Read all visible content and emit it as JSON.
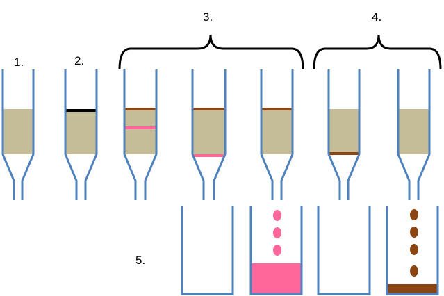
{
  "labels": {
    "step1": "1.",
    "step2": "2.",
    "step3": "3.",
    "step4": "4.",
    "step5": "5."
  },
  "colors": {
    "column_wall": "#4f81bd",
    "matrix": "#c4bd97",
    "sample_band": "#000000",
    "brown_band": "#8b4513",
    "pink_band": "#ff6699"
  }
}
